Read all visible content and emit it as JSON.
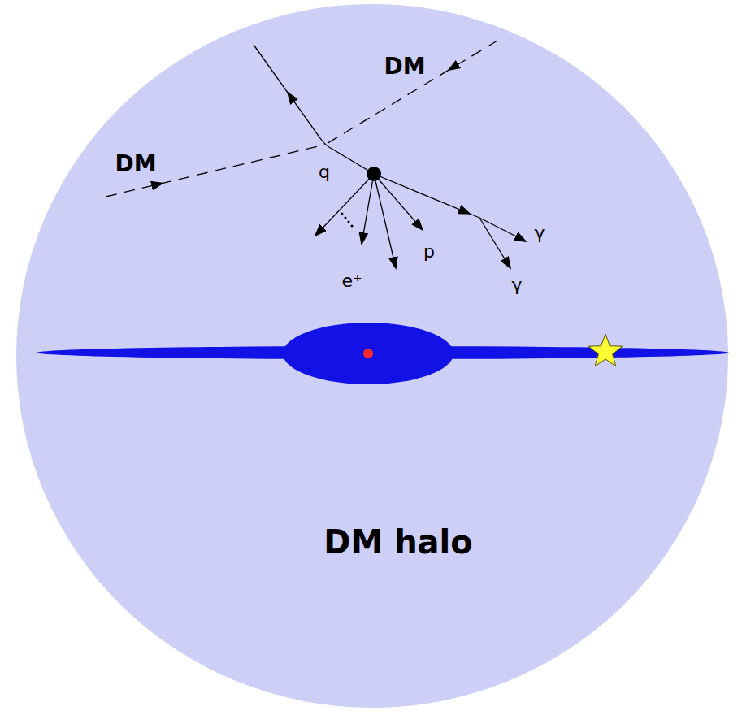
{
  "diagram": {
    "nodes": [
      {
        "text": [
          "DM halo"
        ]
      }
    ],
    "labels": [
      "DM",
      "DM",
      "q",
      "e⁺",
      "p",
      "γ",
      "γ"
    ]
  }
}
